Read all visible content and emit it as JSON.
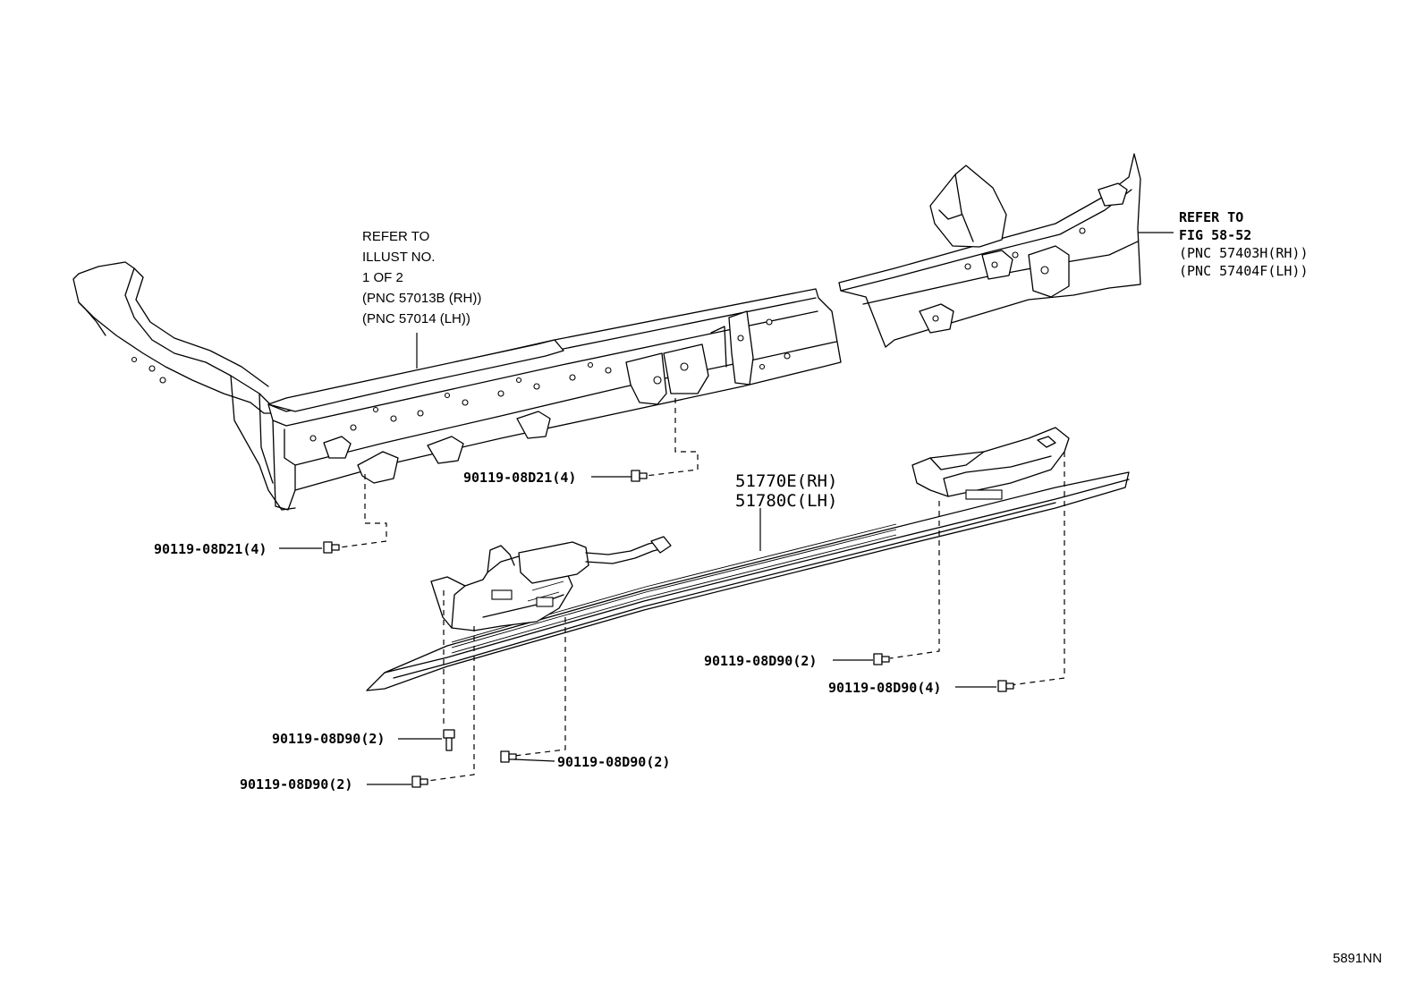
{
  "refer_note_1": {
    "lines": [
      "REFER TO",
      "ILLUST NO.",
      "1 OF 2",
      "(PNC 57013B (RH))",
      "(PNC 57014 (LH))"
    ]
  },
  "refer_note_2": {
    "lines": [
      "REFER TO",
      "FIG 58-52",
      "(PNC 57403H(RH))",
      "(PNC 57404F(LH))"
    ]
  },
  "main_part": {
    "rh": "51770E(RH)",
    "lh": "51780C(LH)"
  },
  "fastener_labels": {
    "upper_mid": "90119-08D21(4)",
    "upper_left": "90119-08D21(4)",
    "lower_right_a": "90119-08D90(2)",
    "lower_right_b": "90119-08D90(4)",
    "lower_left_a": "90119-08D90(2)",
    "lower_left_b": "90119-08D90(2)",
    "lower_mid": "90119-08D90(2)"
  },
  "figure_code": "5891NN"
}
